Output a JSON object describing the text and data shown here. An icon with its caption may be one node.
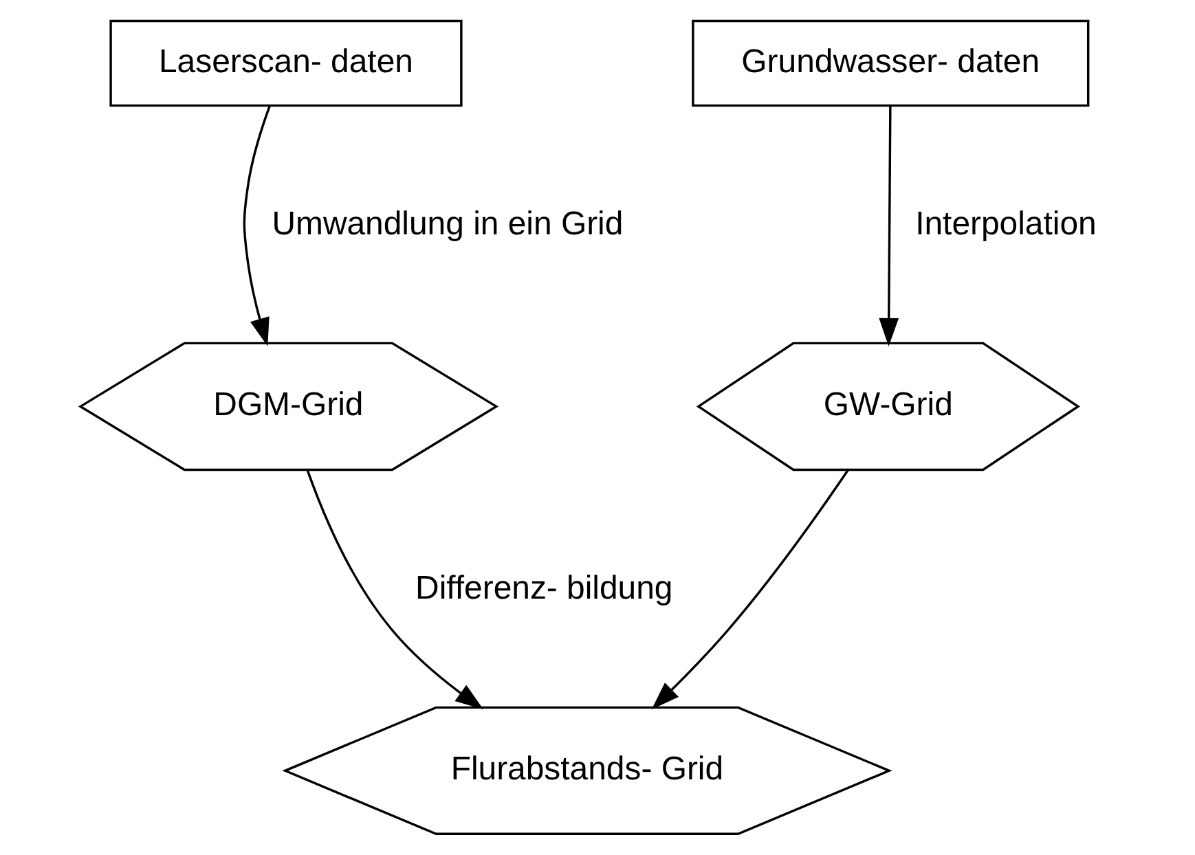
{
  "diagram": {
    "nodes": [
      {
        "text": [
          "Laserscan- daten"
        ]
      },
      {
        "text": [
          "Grundwasser- daten"
        ]
      },
      {
        "text": [
          "DGM-Grid"
        ]
      },
      {
        "text": [
          "GW-Grid"
        ]
      },
      {
        "text": [
          "Flurabstands- Grid"
        ]
      }
    ],
    "edges": [
      {
        "from": 0,
        "to": 2,
        "arrow": "to",
        "label": "Umwandlung in ein Grid"
      },
      {
        "from": 1,
        "to": 3,
        "arrow": "to",
        "label": "Interpolation"
      },
      {
        "from": 2,
        "to": 4,
        "arrow": "to",
        "label": "Differenz- bildung"
      },
      {
        "from": 3,
        "to": 4,
        "arrow": "to"
      }
    ]
  }
}
